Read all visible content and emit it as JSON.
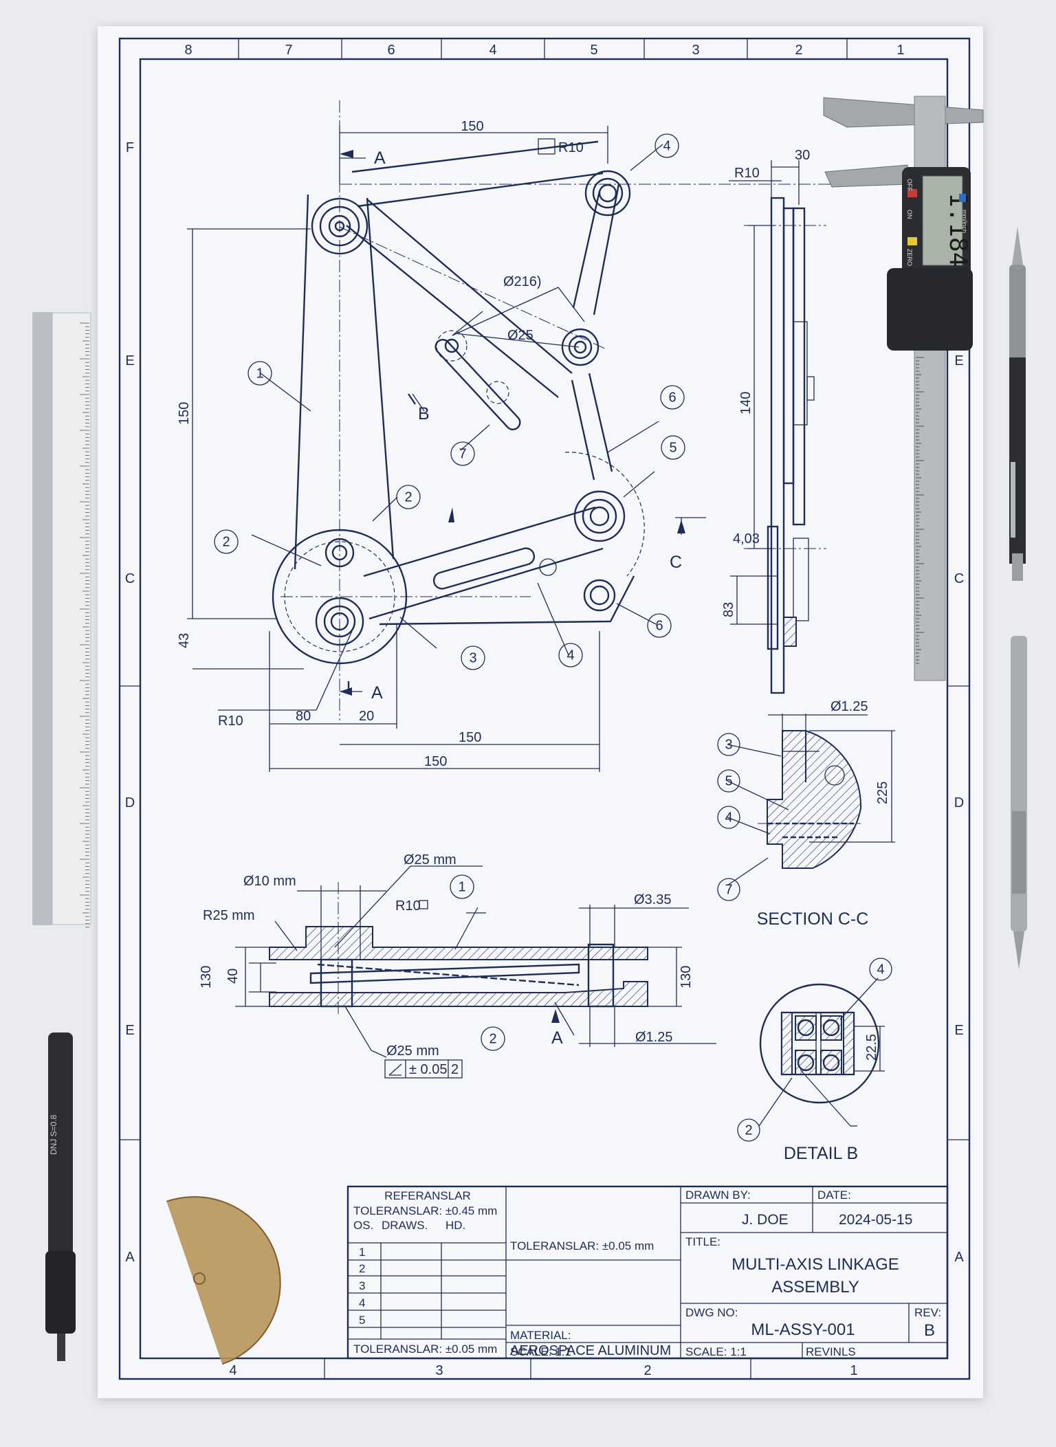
{
  "zones": {
    "top": [
      "8",
      "7",
      "6",
      "4",
      "5",
      "3",
      "2",
      "1"
    ],
    "bottom": [
      "4",
      "3",
      "2",
      "1"
    ],
    "left": [
      "F",
      "E",
      "C",
      "D",
      "E",
      "A"
    ],
    "right": [
      "E",
      "C",
      "D",
      "E",
      "A"
    ]
  },
  "main_view": {
    "dims": {
      "top_150": "150",
      "r10_top": "R10",
      "dia216": "Ø216)",
      "dia25": "Ø25",
      "left_150": "150",
      "left_43": "43",
      "r10_left": "R10",
      "b80": "80",
      "b20": "20",
      "b150a": "150",
      "b150b": "150"
    },
    "section_marks": {
      "a": "A",
      "b": "B",
      "c": "C"
    },
    "balloons": [
      "1",
      "2",
      "2",
      "3",
      "4",
      "4",
      "5",
      "6",
      "6",
      "7"
    ]
  },
  "side_view": {
    "dims": {
      "r10": "R10",
      "d30": "30",
      "d140": "140",
      "d403": "4,03",
      "d83": "83"
    }
  },
  "section_cc": {
    "title": "SECTION C-C",
    "dims": {
      "d125": "Ø1.25",
      "d225": "225"
    },
    "balloons": [
      "3",
      "5",
      "4",
      "7"
    ]
  },
  "lower_view": {
    "dims": {
      "d25mm_top": "Ø25 mm",
      "d10mm": "Ø10 mm",
      "r25mm": "R25 mm",
      "r10": "R10",
      "d335": "Ø3.35",
      "d130_left": "130",
      "d40": "40",
      "d130_right": "130",
      "d25mm_bottom": "Ø25 mm",
      "d125": "Ø1.25",
      "tol": "± 0.05",
      "tol_ref": "2",
      "mark_a": "A"
    },
    "balloons": [
      "1",
      "2"
    ]
  },
  "detail_b": {
    "title": "DETAIL B",
    "dims": {
      "d225": "22.5"
    },
    "balloons": [
      "4",
      "2"
    ]
  },
  "title_block": {
    "ref_heading": "REFERANSLAR",
    "ref_tol": "TOLERANSLAR: ±0.45 mm",
    "rev_cols": [
      "OS.",
      "DRAWS.",
      "HD."
    ],
    "rev_rows": [
      "1",
      "2",
      "3",
      "4",
      "5"
    ],
    "ref_tol_bottom": "TOLERANSLAR: ±0.05 mm",
    "general_tol": "TOLERANSLAR: ±0.05 mm",
    "material_label": "MATERIAL:",
    "material_value": "AEROSPACE ALUMINUM",
    "scale_left": "SCALE: 1:1",
    "drawn_by_label": "DRAWN BY:",
    "drawn_by_value": "J. DOE",
    "date_label": "DATE:",
    "date_value": "2024-05-15",
    "title_label": "TITLE:",
    "title_line1": "MULTI-AXIS LINKAGE",
    "title_line2": "ASSEMBLY",
    "dwg_label": "DWG NO:",
    "dwg_value": "ML-ASSY-001",
    "rev_label": "REV:",
    "rev_value": "B",
    "scale_right": "SCALE: 1:1",
    "revinls": "REVINLS"
  },
  "tools": {
    "caliper_display": "1.184",
    "caliper_btn_off": "OFF",
    "caliper_btn_on": "ON",
    "caliper_btn_zero": "ZERO",
    "caliper_unit": "mm/inch",
    "pen_label": "DNJ S=0.8"
  }
}
